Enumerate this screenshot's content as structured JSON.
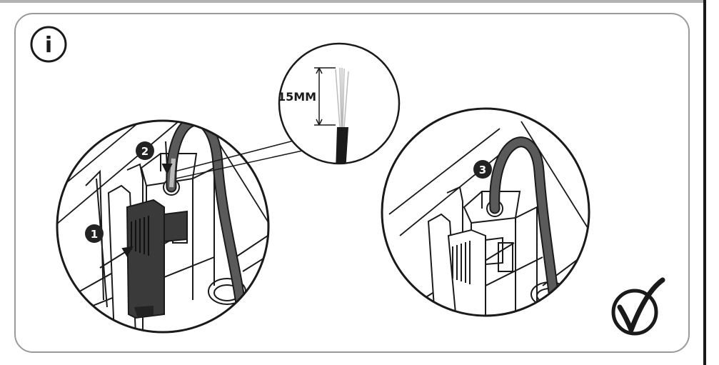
{
  "info_badge": {
    "glyph": "i"
  },
  "measurement": {
    "label": "15MM"
  },
  "steps": [
    {
      "number": "1"
    },
    {
      "number": "2"
    },
    {
      "number": "3"
    }
  ],
  "confirm_badge": {
    "icon": "check-circle-icon"
  },
  "colors": {
    "outline": "#1a1a1a",
    "panel_border": "#9a9a9a",
    "cable": "#5a5a5a",
    "connector": "#3a3a3a",
    "marker": "#222222"
  }
}
